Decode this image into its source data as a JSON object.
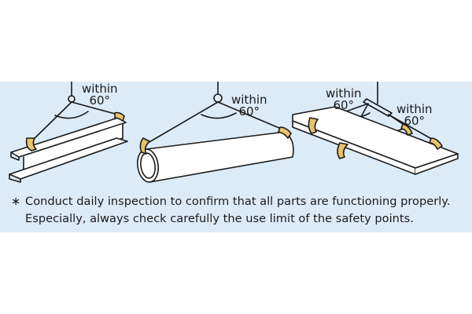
{
  "scenes": [
    {
      "id": "beam",
      "within": "within",
      "angle": "60°"
    },
    {
      "id": "pipe",
      "within": "within",
      "angle": "60°"
    },
    {
      "id": "plate",
      "within": "within",
      "angle": "60°",
      "within2": "within",
      "angle2": "60°"
    }
  ],
  "note": {
    "symbol": "∗",
    "line1": "Conduct daily inspection to confirm that all parts are functioning properly.",
    "line2": "Especially, always check carefully the use limit of the safety points."
  },
  "colors": {
    "panel": "#dcebf8",
    "clamp": "#e8c36a",
    "line": "#1a1a1a"
  }
}
